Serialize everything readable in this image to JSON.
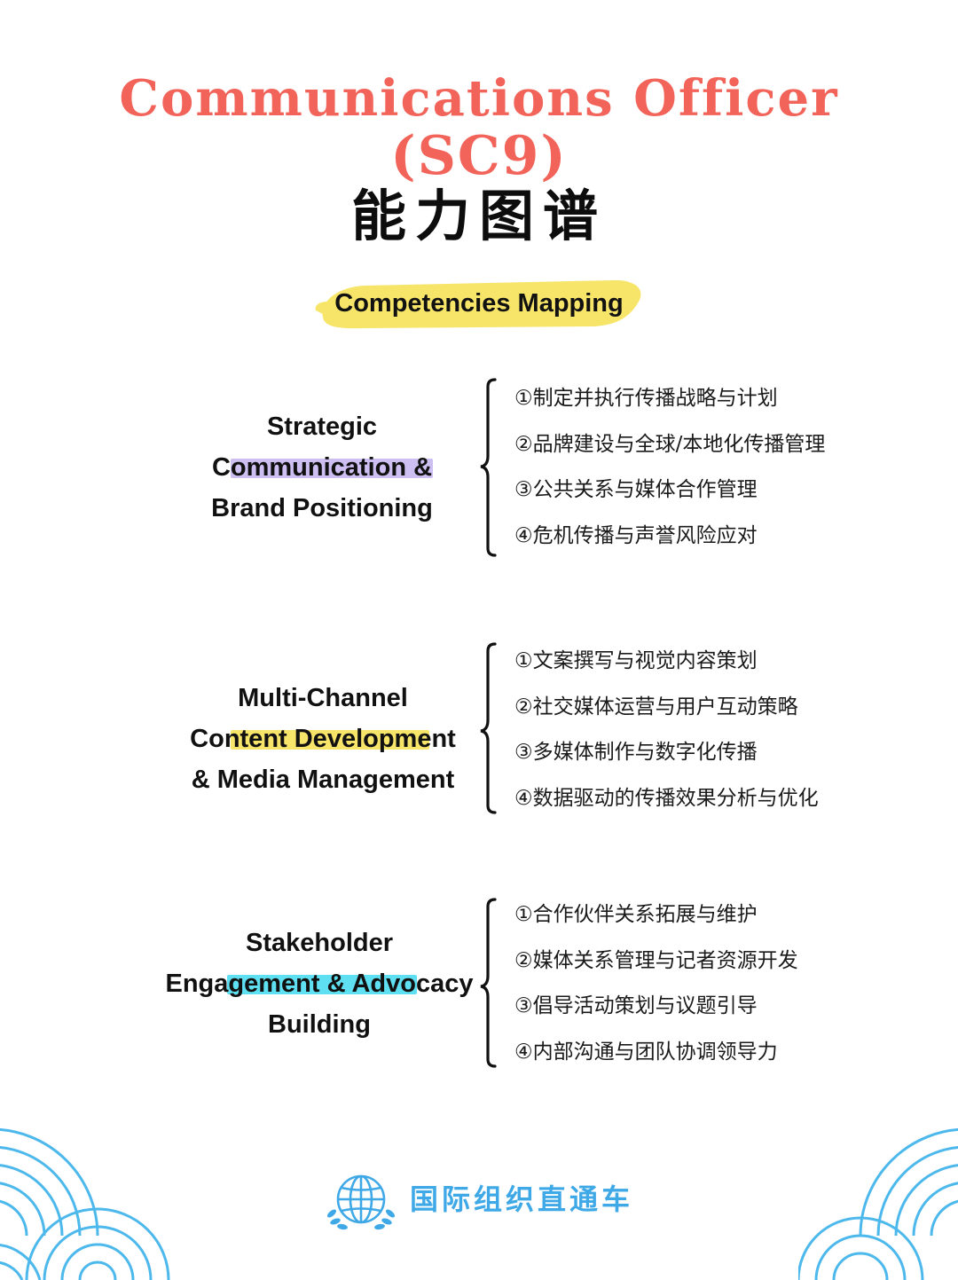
{
  "title": {
    "line1": "Communications Officer",
    "line2": "(SC9)",
    "zh": "能力图谱"
  },
  "subtitle": "Competencies Mapping",
  "colors": {
    "title": "#f2645a",
    "yellow_highlight": "#f7e56a",
    "purple_highlight": "#cdbff2",
    "cyan_highlight": "#5fe0f2",
    "brand_blue": "#3fa8e6"
  },
  "sections": [
    {
      "title_lines": [
        "Strategic",
        "Communication &",
        "Brand Positioning"
      ],
      "items": [
        "①制定并执行传播战略与计划",
        "②品牌建设与全球/本地化传播管理",
        "③公共关系与媒体合作管理",
        "④危机传播与声誉风险应对"
      ]
    },
    {
      "title_lines": [
        "Multi-Channel",
        "Content Development",
        "& Media Management"
      ],
      "items": [
        "①文案撰写与视觉内容策划",
        "②社交媒体运营与用户互动策略",
        "③多媒体制作与数字化传播",
        "④数据驱动的传播效果分析与优化"
      ]
    },
    {
      "title_lines": [
        "Stakeholder",
        "Engagement & Advocacy",
        "Building"
      ],
      "items": [
        "①合作伙伴关系拓展与维护",
        "②媒体关系管理与记者资源开发",
        "③倡导活动策划与议题引导",
        "④内部沟通与团队协调领导力"
      ]
    }
  ],
  "brand": {
    "name": "国际组织直通车",
    "logo_icon": "globe-laurel-icon"
  }
}
